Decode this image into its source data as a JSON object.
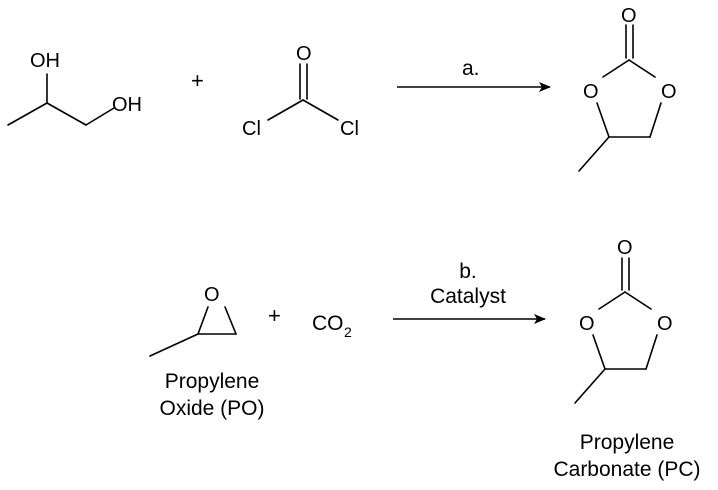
{
  "reaction_a": {
    "reactant1": {
      "atoms": {
        "oh_top": "OH",
        "oh_bottom": "OH"
      }
    },
    "plus": "+",
    "reactant2": {
      "atoms": {
        "o": "O",
        "cl_left": "Cl",
        "cl_right": "Cl"
      }
    },
    "arrow_label": "a.",
    "product": {
      "atoms": {
        "o_carbonyl": "O",
        "o_left": "O",
        "o_right": "O"
      }
    }
  },
  "reaction_b": {
    "reactant1": {
      "atoms": {
        "o": "O"
      },
      "name_line1": "Propylene",
      "name_line2": "Oxide (PO)"
    },
    "plus": "+",
    "reactant2": {
      "formula": "CO",
      "subscript": "2"
    },
    "arrow_label_line1": "b.",
    "arrow_label_line2": "Catalyst",
    "product": {
      "atoms": {
        "o_carbonyl": "O",
        "o_left": "O",
        "o_right": "O"
      },
      "name_line1": "Propylene",
      "name_line2": "Carbonate (PC)"
    }
  }
}
